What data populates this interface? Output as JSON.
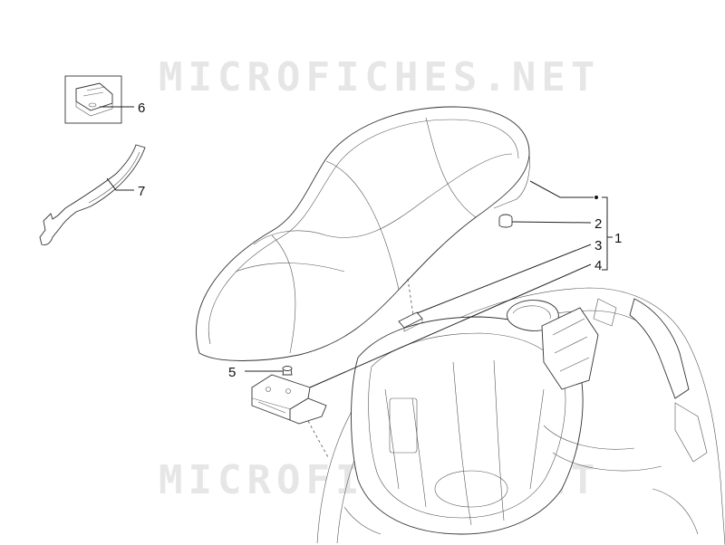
{
  "watermark": {
    "text": "MICROFICHES.NET"
  },
  "callouts": [
    {
      "id": "1",
      "label": "1"
    },
    {
      "id": "2",
      "label": "2"
    },
    {
      "id": "3",
      "label": "3"
    },
    {
      "id": "4",
      "label": "4"
    },
    {
      "id": "5",
      "label": "5"
    },
    {
      "id": "6",
      "label": "6"
    },
    {
      "id": "7",
      "label": "7"
    }
  ]
}
